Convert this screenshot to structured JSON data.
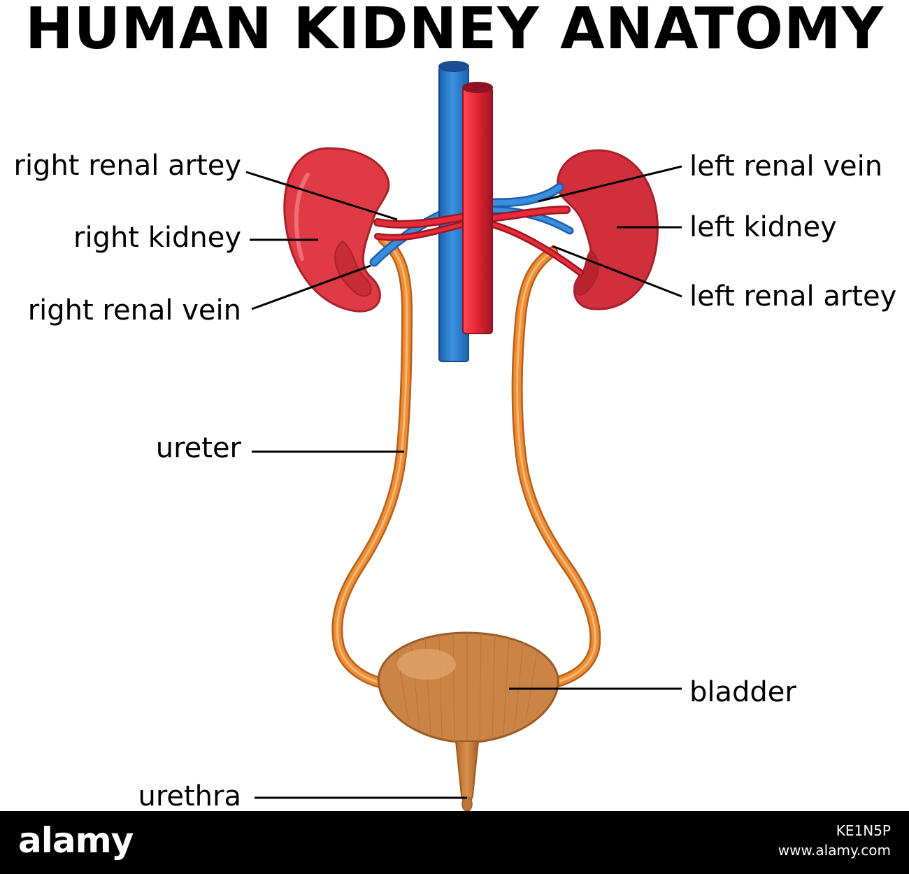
{
  "title": "HUMAN KIDNEY ANATOMY",
  "labels": {
    "right_renal_artery": "right renal artey",
    "right_kidney": "right kidney",
    "right_renal_vein": "right renal vein",
    "left_renal_vein": "left renal vein",
    "left_kidney": "left kidney",
    "left_renal_artery": "left renal artey",
    "ureter": "ureter",
    "bladder": "bladder",
    "urethra": "urethra"
  },
  "footer": {
    "brand": "alamy",
    "image_id": "KE1N5P",
    "site": "www.alamy.com"
  },
  "colors": {
    "kidney": "#d8343f",
    "kidney_dark": "#b52631",
    "vein": "#2a7fd0",
    "artery": "#d9293a",
    "ureter": "#e8872f",
    "bladder": "#c98347",
    "footer_bg": "#000000"
  }
}
